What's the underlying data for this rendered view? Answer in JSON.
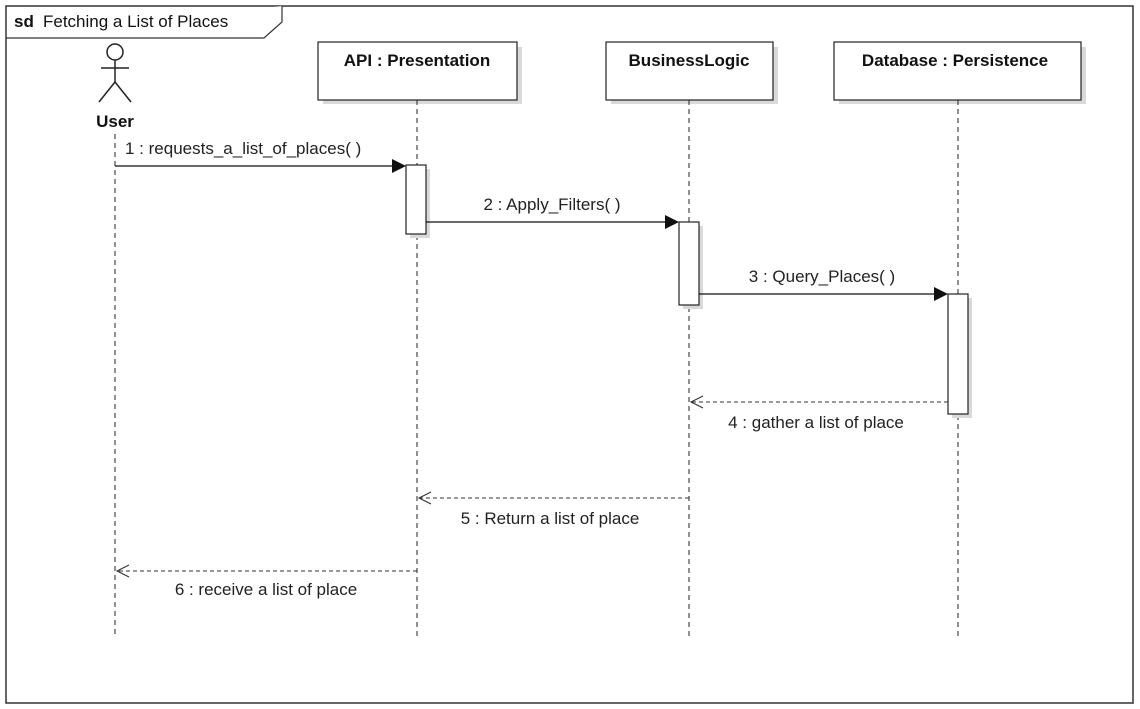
{
  "frame": {
    "keyword": "sd",
    "title": "Fetching a List of Places"
  },
  "actor": {
    "label": "User"
  },
  "lifelines": [
    {
      "label": "API : Presentation"
    },
    {
      "label": "BusinessLogic"
    },
    {
      "label": "Database : Persistence"
    }
  ],
  "messages": [
    {
      "label": "1 : requests_a_list_of_places( )",
      "kind": "synchronous",
      "from": "User",
      "to": "API : Presentation"
    },
    {
      "label": "2 : Apply_Filters( )",
      "kind": "synchronous",
      "from": "API : Presentation",
      "to": "BusinessLogic"
    },
    {
      "label": "3 : Query_Places( )",
      "kind": "synchronous",
      "from": "BusinessLogic",
      "to": "Database : Persistence"
    },
    {
      "label": "4 : gather a list of place",
      "kind": "reply",
      "from": "Database : Persistence",
      "to": "BusinessLogic"
    },
    {
      "label": "5 : Return a list of place",
      "kind": "reply",
      "from": "BusinessLogic",
      "to": "API : Presentation"
    },
    {
      "label": "6 : receive a list of place",
      "kind": "reply",
      "from": "API : Presentation",
      "to": "User"
    }
  ]
}
